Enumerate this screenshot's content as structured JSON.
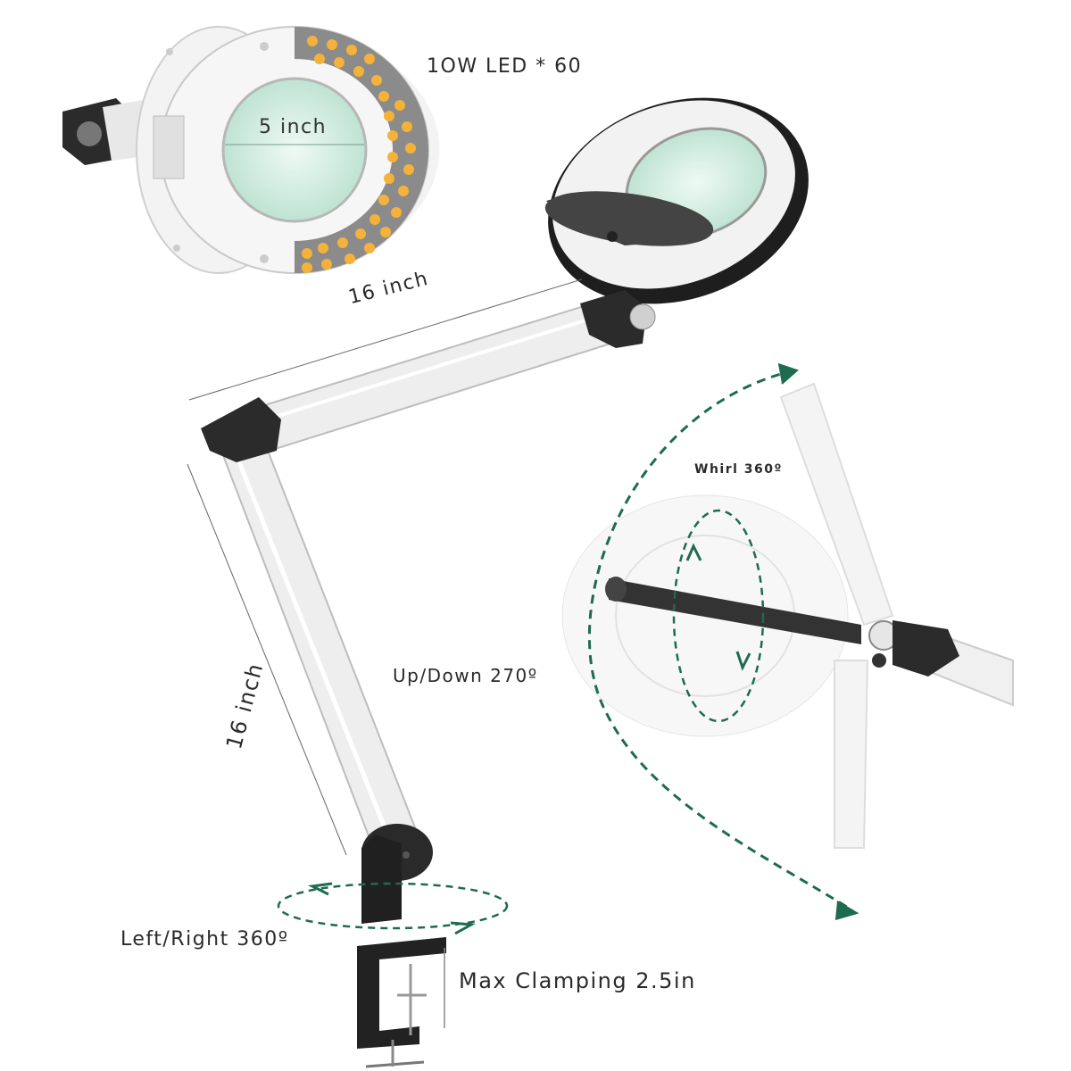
{
  "labels": {
    "led": "1OW LED * 60",
    "lens_diameter": "5 inch",
    "upper_arm_length": "16 inch",
    "lower_arm_length": "16 inch",
    "whirl": "Whirl 360º",
    "up_down": "Up/Down 270º",
    "left_right": "Left/Right 360º",
    "max_clamping": "Max Clamping 2.5in"
  },
  "colors": {
    "arrow_green": "#1e6b4f",
    "led_amber": "#f4b23a",
    "lens_tint": "#d9f1e8",
    "arm_white": "#eeeeee",
    "joint_black": "#2b2b2b"
  }
}
